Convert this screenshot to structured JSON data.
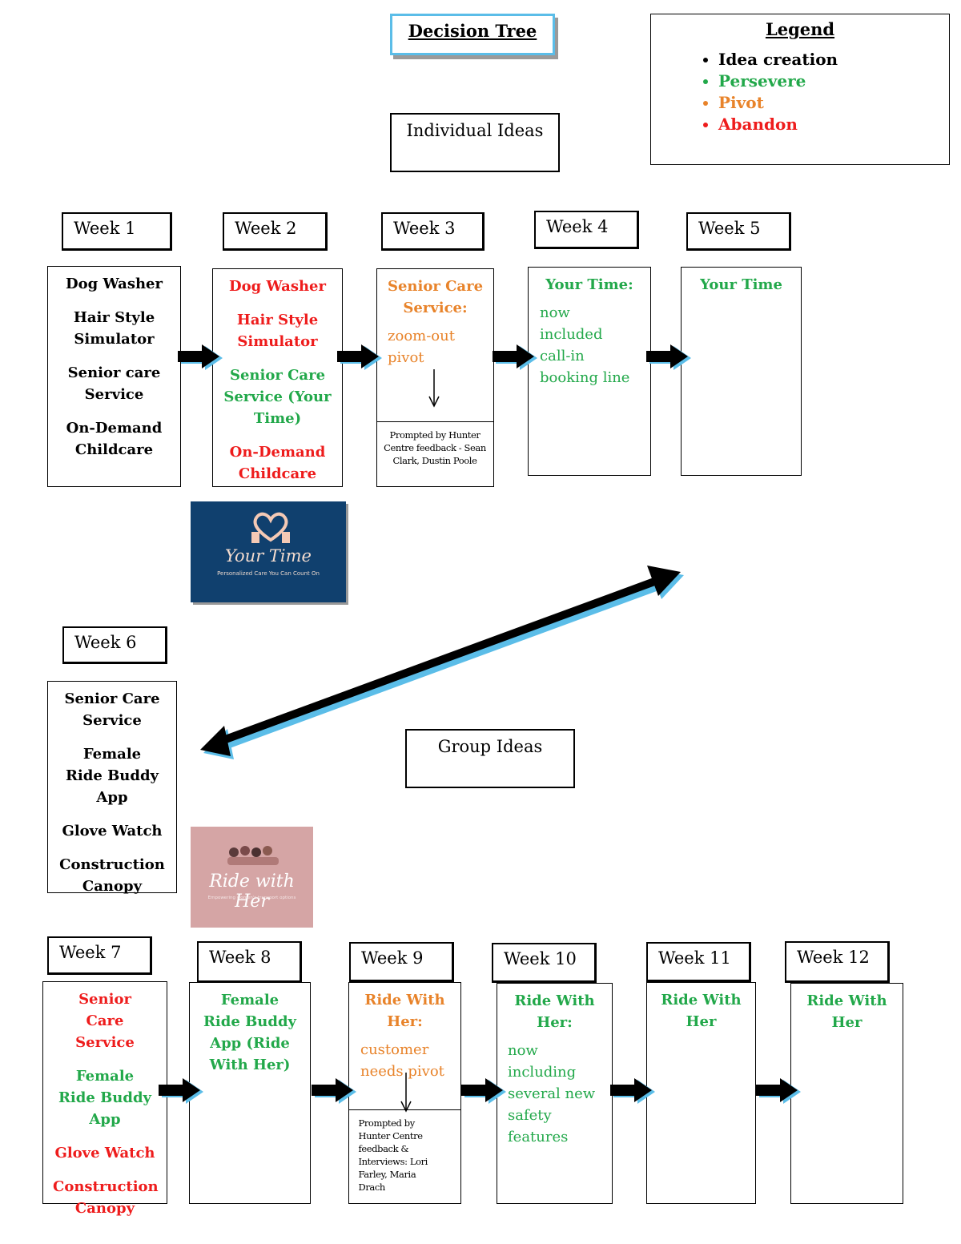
{
  "title": "Decision Tree",
  "legend": {
    "title": "Legend",
    "items": [
      {
        "label": "Idea creation",
        "color": "#000000"
      },
      {
        "label": "Persevere",
        "color": "#22a84a"
      },
      {
        "label": "Pivot",
        "color": "#e8832a"
      },
      {
        "label": "Abandon",
        "color": "#ee1c1c"
      }
    ]
  },
  "sections": {
    "individual": "Individual Ideas",
    "group": "Group Ideas"
  },
  "weeks": {
    "w1": {
      "label": "Week 1",
      "items": [
        "Dog Washer",
        "Hair Style Simulator",
        "Senior care Service",
        "On-Demand Childcare"
      ]
    },
    "w2": {
      "label": "Week 2",
      "items": [
        "Dog Washer",
        "Hair Style Simulator",
        "Senior Care Service (Your Time)",
        "On-Demand Childcare"
      ]
    },
    "w3": {
      "label": "Week 3",
      "title": "Senior Care Service:",
      "note": "zoom-out pivot",
      "footnote": "Prompted by Hunter Centre feedback - Sean Clark, Dustin Poole"
    },
    "w4": {
      "label": "Week 4",
      "title": "Your Time:",
      "note": "now included call-in booking line"
    },
    "w5": {
      "label": "Week 5",
      "title": "Your Time"
    },
    "w6": {
      "label": "Week 6",
      "items": [
        "Senior Care Service",
        "Female Ride Buddy App",
        "Glove Watch",
        "Construction Canopy"
      ]
    },
    "w7": {
      "label": "Week 7",
      "items": [
        "Senior Care Service",
        "Female Ride Buddy App",
        "Glove Watch",
        "Construction Canopy"
      ]
    },
    "w8": {
      "label": "Week 8",
      "title": "Female Ride Buddy App (Ride With Her)"
    },
    "w9": {
      "label": "Week 9",
      "title": "Ride With Her:",
      "note": "customer needs pivot",
      "footnote": "Prompted by Hunter Centre feedback & Interviews: Lori Farley, Maria Drach"
    },
    "w10": {
      "label": "Week 10",
      "title": "Ride With Her:",
      "note": "now including several new safety features"
    },
    "w11": {
      "label": "Week 11",
      "title": "Ride With Her"
    },
    "w12": {
      "label": "Week 12",
      "title": "Ride With Her"
    }
  },
  "logos": {
    "your_time": {
      "name": "Your Time",
      "tagline": "Personalized Care You Can Count On"
    },
    "ride_with_her": {
      "name": "Ride with Her",
      "tagline": "Empowering women's transport options"
    }
  }
}
